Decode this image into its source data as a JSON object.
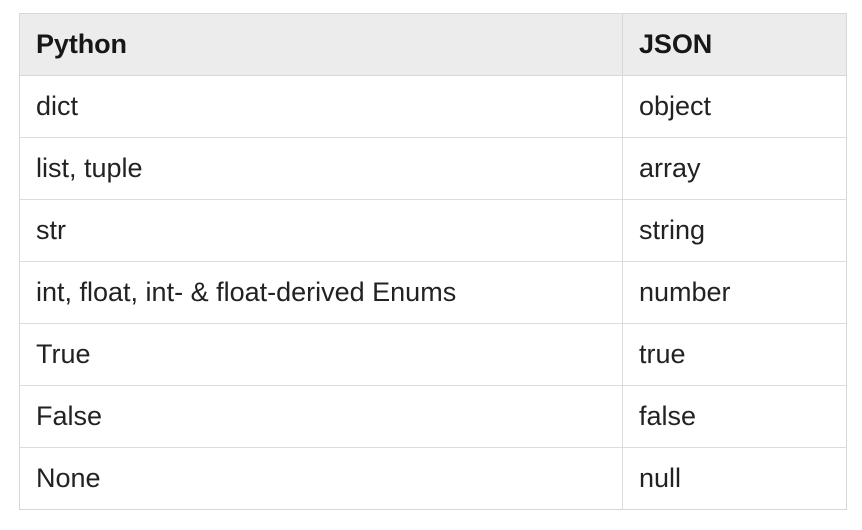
{
  "table": {
    "columns": [
      {
        "key": "python",
        "header": "Python"
      },
      {
        "key": "json",
        "header": "JSON"
      }
    ],
    "rows": [
      {
        "python": "dict",
        "json": "object"
      },
      {
        "python": "list, tuple",
        "json": "array"
      },
      {
        "python": "str",
        "json": "string"
      },
      {
        "python": "int, float, int- & float-derived Enums",
        "json": "number"
      },
      {
        "python": "True",
        "json": "true"
      },
      {
        "python": "False",
        "json": "false"
      },
      {
        "python": "None",
        "json": "null"
      }
    ]
  },
  "colors": {
    "page_background": "#ffffff",
    "header_background": "#ececec",
    "header_text": "#171717",
    "body_text": "#222222",
    "outer_border": "#d7d7d7",
    "inner_border": "#dcdcdc"
  }
}
